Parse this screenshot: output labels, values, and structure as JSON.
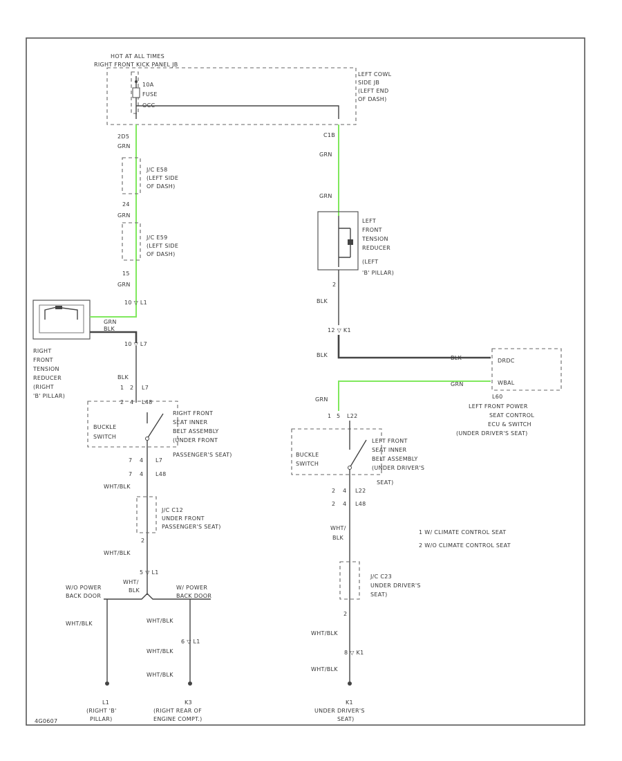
{
  "colors": {
    "wire": "#444444",
    "highlight_wire": "#7fe85c",
    "background": "#ffffff"
  },
  "fuse_box": {
    "title_line1": "HOT AT ALL TIMES",
    "title_line2": "RIGHT FRONT KICK PANEL JB",
    "fuse_label1": "10A",
    "fuse_label2": "FUSE",
    "fuse_label3": "OCC"
  },
  "left_cowl_jb": {
    "line1": "LEFT COWL",
    "line2": "SIDE JB",
    "line3": "(LEFT END",
    "line4": "OF DASH)"
  },
  "right_column": {
    "c1": "2D5",
    "w1": "GRN",
    "j1_line1": "J/C E58",
    "j1_line2": "(LEFT SIDE",
    "j1_line3": "OF DASH)",
    "c2": "24",
    "w2": "GRN",
    "j2_line1": "J/C E59",
    "j2_line2": "(LEFT SIDE",
    "j2_line3": "OF DASH)",
    "c3": "15",
    "w3": "GRN",
    "conn1": "10 ▽ L1",
    "w_out": "GRN",
    "w_gnd": "BLK",
    "reducer_line1": "RIGHT",
    "reducer_line2": "FRONT",
    "reducer_line3": "TENSION",
    "reducer_line4": "REDUCER",
    "reducer_line5": "(RIGHT",
    "reducer_line6": "'B' PILLAR)",
    "conn2": "10 ▽ L7",
    "w4": "BLK",
    "pins1a": "1",
    "pins1b": "2",
    "conn3": "L7",
    "pins2a": "2",
    "pins2b": "4",
    "conn4": "L48",
    "buckle_line1": "BUCKLE",
    "buckle_line2": "SWITCH",
    "seatbelt_line1": "RIGHT FRONT",
    "seatbelt_line2": "SEAT INNER",
    "seatbelt_line3": "BELT ASSEMBLY",
    "seatbelt_line4": "(UNDER FRONT",
    "seatbelt_line5": "PASSENGER'S SEAT)",
    "pins3a": "7",
    "pins3b": "4",
    "conn5": "L7",
    "pins4a": "7",
    "pins4b": "4",
    "conn6": "L48",
    "w5": "WHT/BLK",
    "j3_line1": "J/C C12",
    "j3_line2": "UNDER FRONT",
    "j3_line3": "PASSENGER'S SEAT)",
    "pin_j3": "2",
    "w6": "WHT/BLK",
    "conn7": "5 ▽ L1",
    "w7a": "WHT/",
    "w7b": "BLK",
    "wo_power_line1": "W/O POWER",
    "wo_power_line2": "BACK DOOR",
    "w_power_line1": "W/ POWER",
    "w_power_line2": "BACK DOOR",
    "w8": "WHT/BLK",
    "w9": "WHT/BLK",
    "conn8": "6 ▽ L1",
    "w10": "WHT/BLK",
    "w11": "WHT/BLK",
    "gnd1_id": "L1",
    "gnd1_line1": "(RIGHT 'B'",
    "gnd1_line2": "PILLAR)",
    "gnd2_id": "K3",
    "gnd2_line1": "(RIGHT REAR OF",
    "gnd2_line2": "ENGINE COMPT.)"
  },
  "left_column": {
    "c1": "C1B",
    "w1": "GRN",
    "w2": "GRN",
    "reducer_line1": "LEFT",
    "reducer_line2": "FRONT",
    "reducer_line3": "TENSION",
    "reducer_line4": "REDUCER",
    "reducer_line5": "(LEFT",
    "reducer_line6": "'B' PILLAR)",
    "pin1": "2",
    "w3": "BLK",
    "conn1": "12 ▽ K1",
    "w4": "BLK",
    "w5": "BLK",
    "module_line1": "DRDC",
    "module_line2": "WBAL",
    "module_id": "L60",
    "module_name1": "LEFT FRONT POWER",
    "module_name2": "SEAT CONTROL",
    "module_name3": "ECU & SWITCH",
    "module_name4": "(UNDER DRIVER'S SEAT)",
    "w6": "GRN",
    "w7": "GRN",
    "pins1a": "1",
    "pins1b": "5",
    "conn2": "L22",
    "buckle_line1": "BUCKLE",
    "buckle_line2": "SWITCH",
    "seatbelt_line1": "LEFT FRONT",
    "seatbelt_line2": "SEAT INNER",
    "seatbelt_line3": "BELT ASSEMBLY",
    "seatbelt_line4": "(UNDER DRIVER'S",
    "seatbelt_line5": "SEAT)",
    "pins2a": "2",
    "pins2b": "4",
    "conn3": "L22",
    "pins3a": "2",
    "pins3b": "4",
    "conn4": "L48",
    "w8a": "WHT/",
    "w8b": "BLK",
    "j1_line1": "J/C C23",
    "j1_line2": "UNDER DRIVER'S",
    "j1_line3": "SEAT)",
    "pin_j1": "2",
    "w9": "WHT/BLK",
    "conn5": "8 ▽ K1",
    "w10": "WHT/BLK",
    "gnd_id": "K1",
    "gnd_line1": "UNDER DRIVER'S",
    "gnd_line2": "SEAT)"
  },
  "legend": {
    "item1": "1  W/ CLIMATE CONTROL SEAT",
    "item2": "2  W/O CLIMATE CONTROL SEAT"
  },
  "footer": {
    "diagram_id": "4G0607"
  }
}
